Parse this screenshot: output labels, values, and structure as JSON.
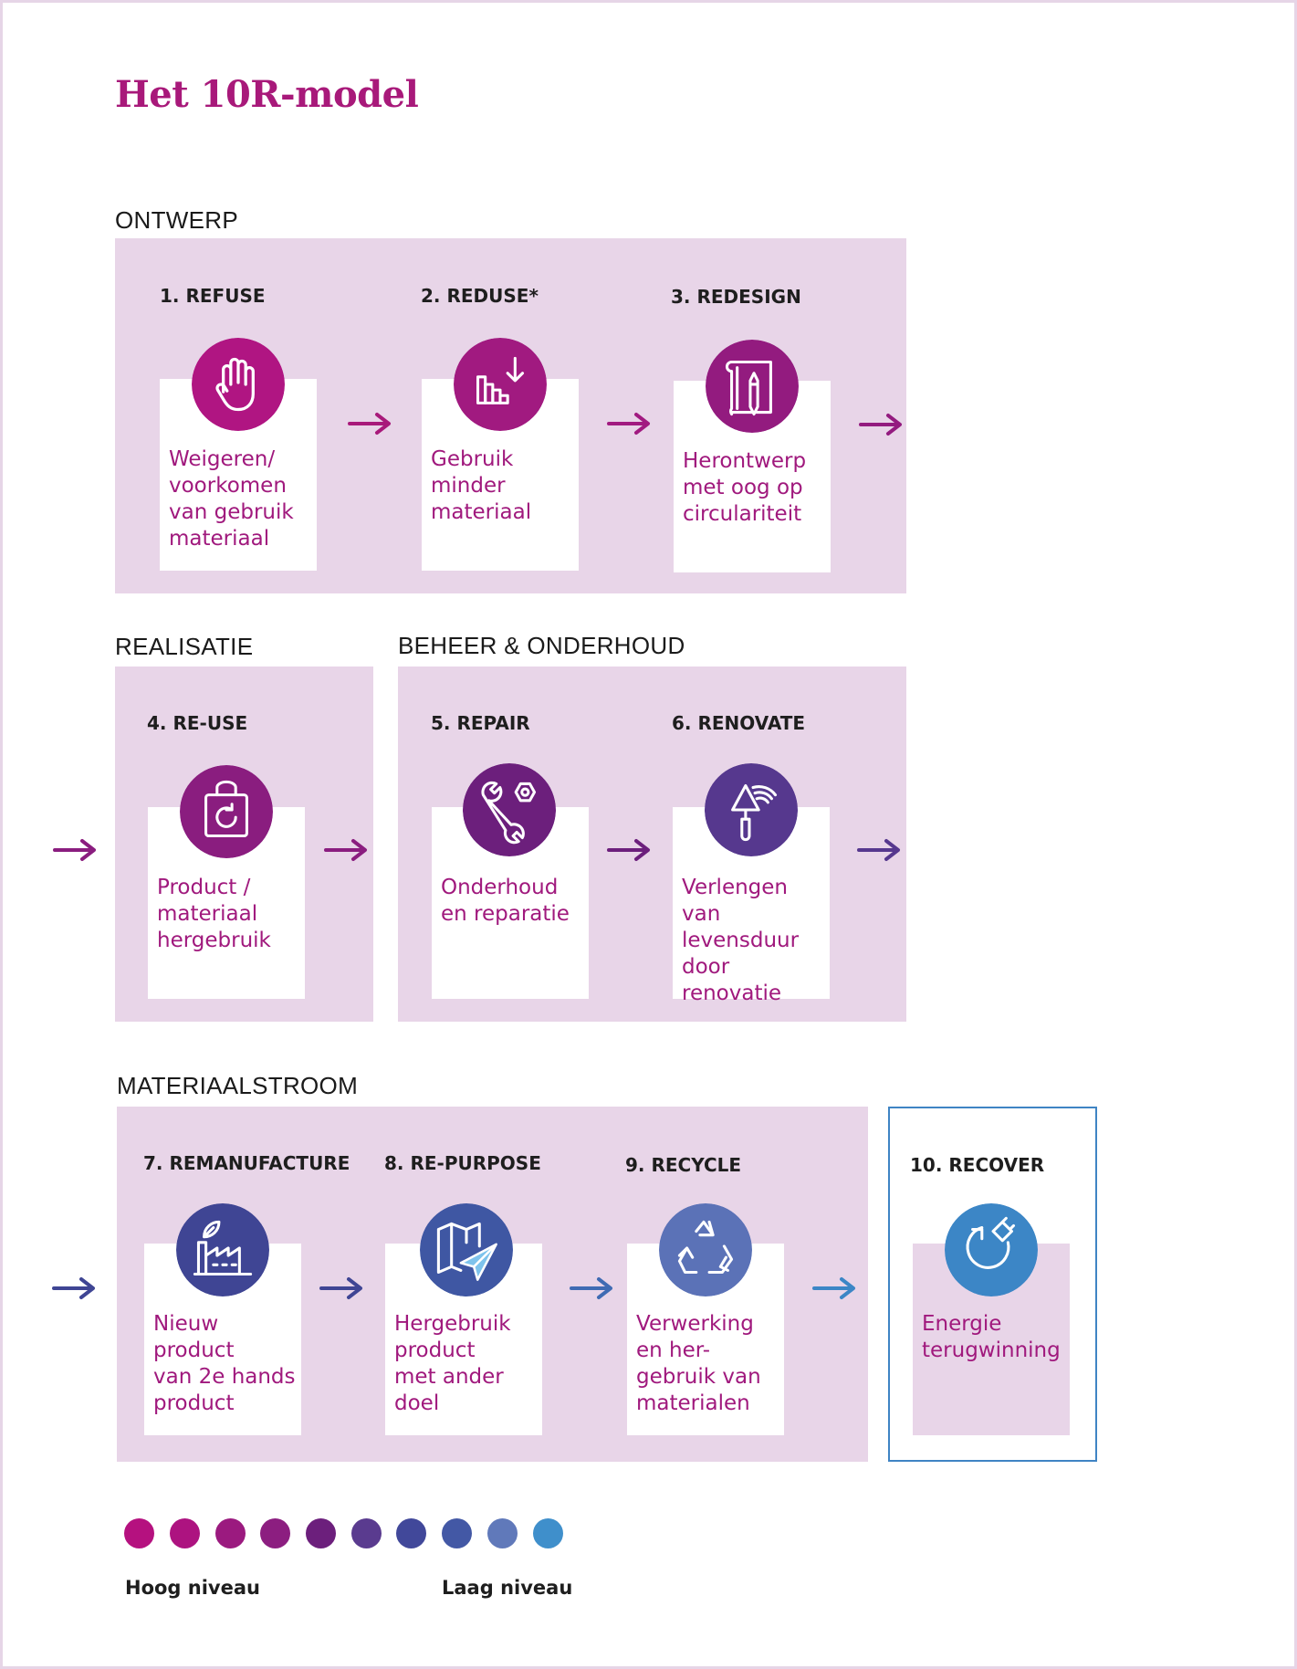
{
  "title": "Het 10R-model",
  "sections": {
    "ontwerp": "ONTWERP",
    "realisatie": "REALISATIE",
    "beheer": "BEHEER & ONDERHOUD",
    "materiaalstroom": "MATERIAALSTROOM"
  },
  "steps": [
    {
      "title": "1. REFUSE",
      "desc": "Weigeren/\nvoorkomen\nvan gebruik\nmateriaal",
      "icon": "hand-stop-icon",
      "color": "#b01582"
    },
    {
      "title": "2. REDUSE*",
      "desc": "Gebruik\nminder\nmateriaal",
      "icon": "bars-decrease-icon",
      "color": "#a11a80"
    },
    {
      "title": "3. REDESIGN",
      "desc": "Herontwerp\nmet oog op\ncirculariteit",
      "icon": "blueprint-pencil-icon",
      "color": "#931b7f"
    },
    {
      "title": "4. RE-USE",
      "desc": "Product /\nmateriaal\nhergebruik",
      "icon": "bag-refresh-icon",
      "color": "#8a1d7f"
    },
    {
      "title": "5. REPAIR",
      "desc": "Onderhoud\nen reparatie",
      "icon": "wrench-nut-icon",
      "color": "#6c1f7c"
    },
    {
      "title": "6. RENOVATE",
      "desc": "Verlengen van\nlevensduur\ndoor\nrenovatie",
      "icon": "trowel-icon",
      "color": "#56388e"
    },
    {
      "title": "7. REMANUFACTURE",
      "desc": "Nieuw\nproduct\nvan 2e hands\nproduct",
      "icon": "factory-leaf-icon",
      "color": "#3f4594"
    },
    {
      "title": "8. RE-PURPOSE",
      "desc": "Hergebruik\nproduct\nmet ander\ndoel",
      "icon": "map-plane-icon",
      "color": "#3f57a3"
    },
    {
      "title": "9. RECYCLE",
      "desc": "Verwerking\nen her-\ngebruik van\nmaterialen",
      "icon": "recycle-icon",
      "color": "#5b72b7"
    },
    {
      "title": "10. RECOVER",
      "desc": "Energie\nterugwinning",
      "icon": "plug-cycle-icon",
      "color": "#3c86c6"
    }
  ],
  "arrow_colors": [
    "#a8197a",
    "#a11a80",
    "#931b7f",
    "#8a1d7f",
    "#8a1d7f",
    "#6c1f7c",
    "#56388e",
    "#3f4594",
    "#3f4594",
    "#3f6bb3",
    "#3c86c6"
  ],
  "legend": {
    "high": "Hoog niveau",
    "low": "Laag niveau",
    "colors": [
      "#b5117f",
      "#ad1380",
      "#9b1a7f",
      "#8c1e80",
      "#6c1f7c",
      "#5a3b8f",
      "#41489a",
      "#4358a5",
      "#6079ba",
      "#3f8fcb"
    ]
  }
}
